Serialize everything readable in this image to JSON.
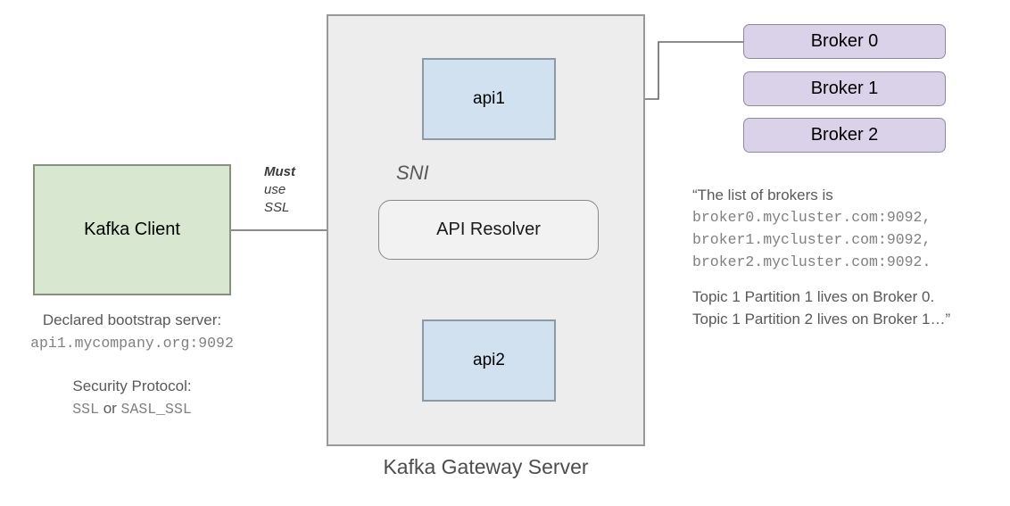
{
  "diagram": {
    "title": "Kafka Gateway Server SNI routing diagram",
    "gateway": {
      "caption": "Kafka Gateway Server",
      "sni_label": "SNI",
      "resolver_label": "API Resolver",
      "api1_label": "api1",
      "api2_label": "api2"
    },
    "client": {
      "box_label": "Kafka Client",
      "edge_label_line1": "Must",
      "edge_label_line2": "use",
      "edge_label_line3": "SSL",
      "bootstrap_title": "Declared bootstrap server:",
      "bootstrap_value": "api1.mycompany.org:9092",
      "security_title": "Security Protocol:",
      "security_value_1": "SSL",
      "security_value_conjunction": "or",
      "security_value_2": "SASL_SSL"
    },
    "brokers": [
      {
        "label": "Broker 0"
      },
      {
        "label": "Broker 1"
      },
      {
        "label": "Broker 2"
      }
    ],
    "broker_note": {
      "line1": "“The list of brokers is",
      "line2": "broker0.mycluster.com:9092,",
      "line3": "broker1.mycluster.com:9092,",
      "line4": "broker2.mycluster.com:9092.",
      "line5": "Topic 1 Partition 1 lives on Broker 0.",
      "line6": "Topic 1 Partition 2 lives on Broker 1…”"
    }
  },
  "colors": {
    "gateway_fill": "#ededed",
    "gateway_stroke": "#999999",
    "api_fill": "#d2e1f0",
    "api_stroke": "#8c9aa6",
    "client_fill": "#d8e8d0",
    "client_stroke": "#87917f",
    "broker_fill": "#d9d2e9",
    "broker_stroke": "#8e8a9c",
    "connector": "#666666",
    "text_gray": "#595959"
  }
}
